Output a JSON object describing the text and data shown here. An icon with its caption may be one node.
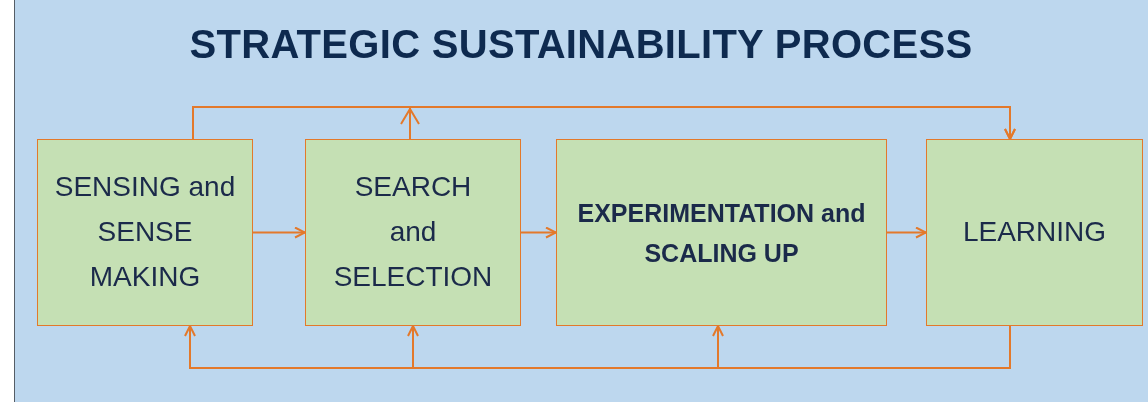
{
  "diagram": {
    "title": "STRATEGIC SUSTAINABILITY PROCESS",
    "nodes": [
      {
        "text": [
          "SENSING and SENSE MAKING"
        ]
      },
      {
        "text": [
          "SEARCH and SELECTION"
        ]
      },
      {
        "text": [
          "EXPERIMENTATION and SCALING UP"
        ]
      },
      {
        "text": [
          "LEARNING"
        ]
      }
    ],
    "edges": [
      {
        "from": 0,
        "to": 1,
        "arrow": "to"
      },
      {
        "from": 1,
        "to": 2,
        "arrow": "to"
      },
      {
        "from": 2,
        "to": 3,
        "arrow": "to"
      },
      {
        "from": 0,
        "to": 3,
        "arrow": "to"
      },
      {
        "from": 1,
        "to": 3,
        "arrow": "to"
      },
      {
        "from": 3,
        "to": 0,
        "arrow": "to"
      },
      {
        "from": 3,
        "to": 1,
        "arrow": "to"
      },
      {
        "from": 3,
        "to": 2,
        "arrow": "to"
      }
    ]
  }
}
